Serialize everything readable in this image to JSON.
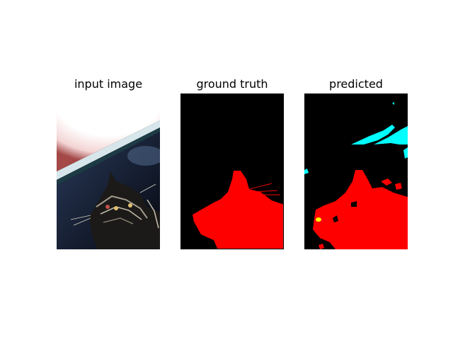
{
  "figure": {
    "panels": [
      {
        "title": "input image"
      },
      {
        "title": "ground truth"
      },
      {
        "title": "predicted"
      }
    ]
  },
  "colors": {
    "mask_background": "#000000",
    "mask_cat": "#ff0000",
    "mask_other": "#00ffff",
    "mask_small": "#ffff00"
  }
}
